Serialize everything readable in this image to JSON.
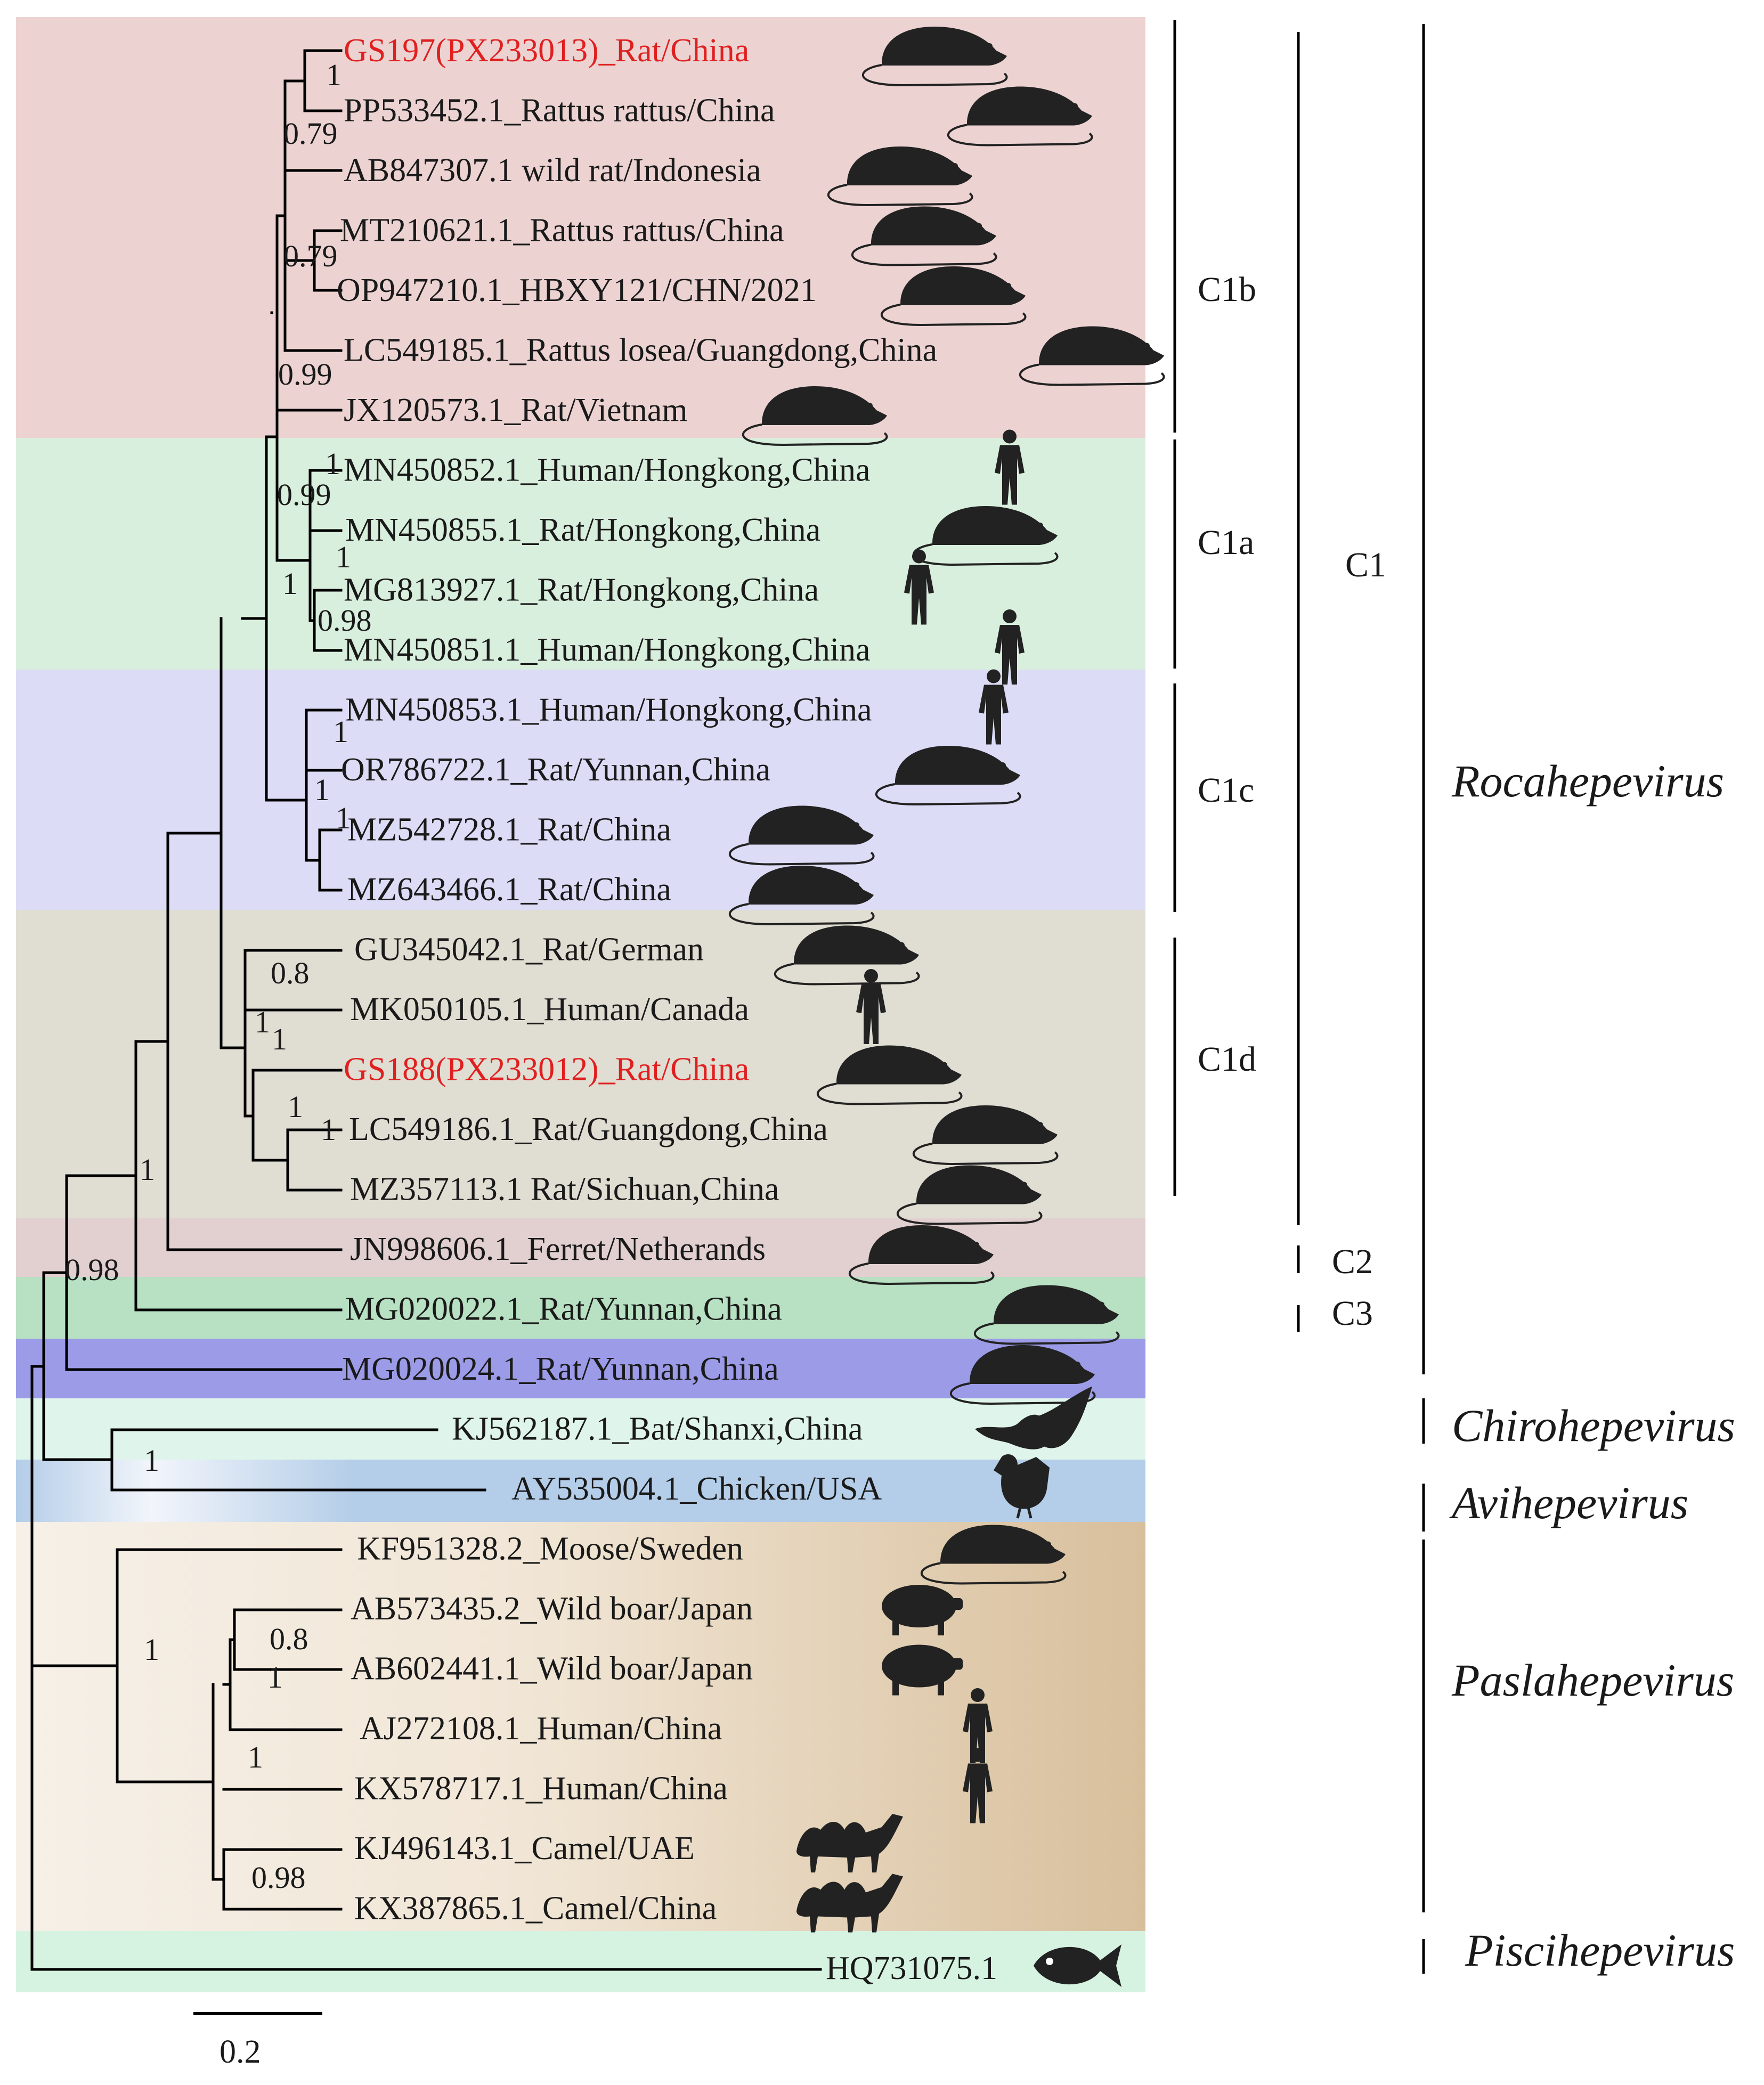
{
  "leaves": [
    {
      "label": "GS197(PX233013)_Rat/China",
      "host": "rat-icon",
      "highlight": true
    },
    {
      "label": "PP533452.1_Rattus rattus/China",
      "host": "rat-icon",
      "highlight": false
    },
    {
      "label": "AB847307.1  wild rat/Indonesia",
      "host": "rat-icon",
      "highlight": false
    },
    {
      "label": "MT210621.1_Rattus rattus/China",
      "host": "rat-icon",
      "highlight": false
    },
    {
      "label": "OP947210.1_HBXY121/CHN/2021",
      "host": "rat-icon",
      "highlight": false
    },
    {
      "label": "LC549185.1_Rattus losea/Guangdong,China",
      "host": "rat-icon",
      "highlight": false
    },
    {
      "label": "JX120573.1_Rat/Vietnam",
      "host": "rat-icon",
      "highlight": false
    },
    {
      "label": "MN450852.1_Human/Hongkong,China",
      "host": "human-icon",
      "highlight": false
    },
    {
      "label": "MN450855.1_Rat/Hongkong,China",
      "host": "rat-icon",
      "highlight": false
    },
    {
      "label": "MG813927.1_Rat/Hongkong,China",
      "host": "human-icon",
      "highlight": false
    },
    {
      "label": "MN450851.1_Human/Hongkong,China",
      "host": "human-icon",
      "highlight": false
    },
    {
      "label": "MN450853.1_Human/Hongkong,China",
      "host": "human-icon",
      "highlight": false
    },
    {
      "label": "OR786722.1_Rat/Yunnan,China",
      "host": "rat-icon",
      "highlight": false
    },
    {
      "label": "MZ542728.1_Rat/China",
      "host": "rat-icon",
      "highlight": false
    },
    {
      "label": "MZ643466.1_Rat/China",
      "host": "rat-icon",
      "highlight": false
    },
    {
      "label": "GU345042.1_Rat/German",
      "host": "rat-icon",
      "highlight": false
    },
    {
      "label": "MK050105.1_Human/Canada",
      "host": "human-icon",
      "highlight": false
    },
    {
      "label": "GS188(PX233012)_Rat/China",
      "host": "rat-icon",
      "highlight": true
    },
    {
      "label": "LC549186.1_Rat/Guangdong,China",
      "host": "rat-icon",
      "highlight": false
    },
    {
      "label": "MZ357113.1 Rat/Sichuan,China",
      "host": "rat-icon",
      "highlight": false
    },
    {
      "label": "JN998606.1_Ferret/Netherands",
      "host": "rat-icon",
      "highlight": false
    },
    {
      "label": "MG020022.1_Rat/Yunnan,China",
      "host": "rat-icon",
      "highlight": false
    },
    {
      "label": "MG020024.1_Rat/Yunnan,China",
      "host": "rat-icon",
      "highlight": false
    },
    {
      "label": "KJ562187.1_Bat/Shanxi,China",
      "host": "bat-icon",
      "highlight": false
    },
    {
      "label": "AY535004.1_Chicken/USA",
      "host": "chicken-icon",
      "highlight": false
    },
    {
      "label": "KF951328.2_Moose/Sweden",
      "host": "rat-icon",
      "highlight": false
    },
    {
      "label": "AB573435.2_Wild boar/Japan",
      "host": "pig-icon",
      "highlight": false
    },
    {
      "label": "AB602441.1_Wild boar/Japan",
      "host": "pig-icon",
      "highlight": false
    },
    {
      "label": "AJ272108.1_Human/China",
      "host": "human-icon",
      "highlight": false
    },
    {
      "label": "KX578717.1_Human/China",
      "host": "human-icon",
      "highlight": false
    },
    {
      "label": "KJ496143.1_Camel/UAE",
      "host": "camel-icon",
      "highlight": false
    },
    {
      "label": "KX387865.1_Camel/China",
      "host": "camel-icon",
      "highlight": false
    },
    {
      "label": "HQ731075.1",
      "host": "fish-icon",
      "highlight": false
    }
  ],
  "support_values": [
    "1",
    "0.79",
    "0.79",
    "0.99",
    "1",
    "0.99",
    "1",
    "0.98",
    "1",
    "1",
    "1",
    "1",
    "0.8",
    "1",
    "1",
    "1",
    "1",
    "1",
    "0.98",
    "1",
    "1",
    "0.8",
    "1",
    "1",
    "0.98"
  ],
  "subclades": [
    "C1b",
    "C1a",
    "C1c",
    "C1d"
  ],
  "clades": [
    "C1",
    "C2",
    "C3"
  ],
  "genera": [
    "Rocahepevirus",
    "Chirohepevirus",
    "Avihepevirus",
    "Paslahepevirus",
    "Piscihepevirus"
  ],
  "scale_bar": {
    "label": "0.2"
  },
  "colors": {
    "highlight_label": "#e02020",
    "label": "#1a1a1a",
    "branch": "#000000",
    "c1b_band": "#ecd3d2",
    "c1a_band": "#d9efdd",
    "c1c_band": "#dcdcf6",
    "c1d_band": "#e0ddd3",
    "c2_band": "#e2d0d1",
    "c3_band": "#b8e0c2",
    "mg020024_band": "#9c9be8",
    "chiro_band": "#dff4ea",
    "avi_band": "#b4cde8",
    "pasla_band_light": "#f6f0e8",
    "pasla_band_dark": "#d9c09d",
    "pisci_band": "#d6f3e1"
  }
}
